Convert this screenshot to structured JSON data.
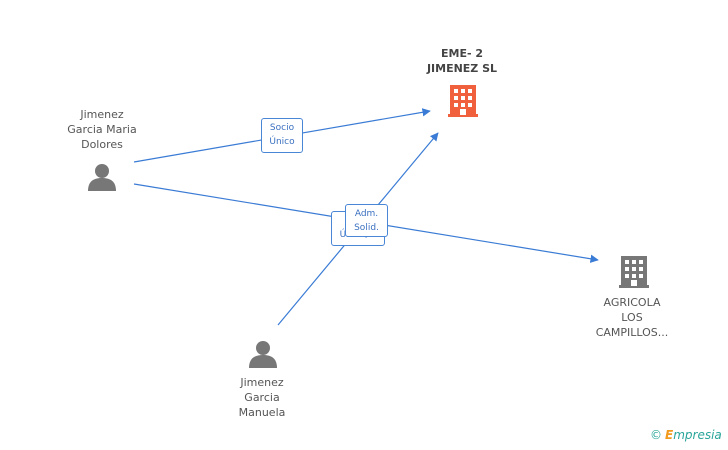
{
  "nodes": {
    "eme2": {
      "lines": [
        "EME- 2",
        "JIMENEZ SL"
      ],
      "color": "#f0603c"
    },
    "agricola": {
      "lines": [
        "AGRICOLA",
        "LOS",
        "CAMPILLOS..."
      ],
      "color": "#777777"
    },
    "dolores": {
      "lines": [
        "Jimenez",
        "Garcia Maria",
        "Dolores"
      ],
      "color": "#777777"
    },
    "manuela": {
      "lines": [
        "Jimenez",
        "Garcia",
        "Manuela"
      ],
      "color": "#777777"
    }
  },
  "edges": {
    "socio_unico_1": {
      "lines": [
        "Socio",
        "Único"
      ]
    },
    "socio_unico_2": {
      "lines": [
        "Socio",
        "Único,..."
      ]
    },
    "adm_solid": {
      "lines": [
        "Adm.",
        "Solid."
      ]
    }
  },
  "colors": {
    "edge": "#3a7bd5",
    "label_border": "#4a86d6"
  },
  "watermark": {
    "symbol": "©",
    "brand_initial": "E",
    "brand_rest": "mpresia"
  }
}
